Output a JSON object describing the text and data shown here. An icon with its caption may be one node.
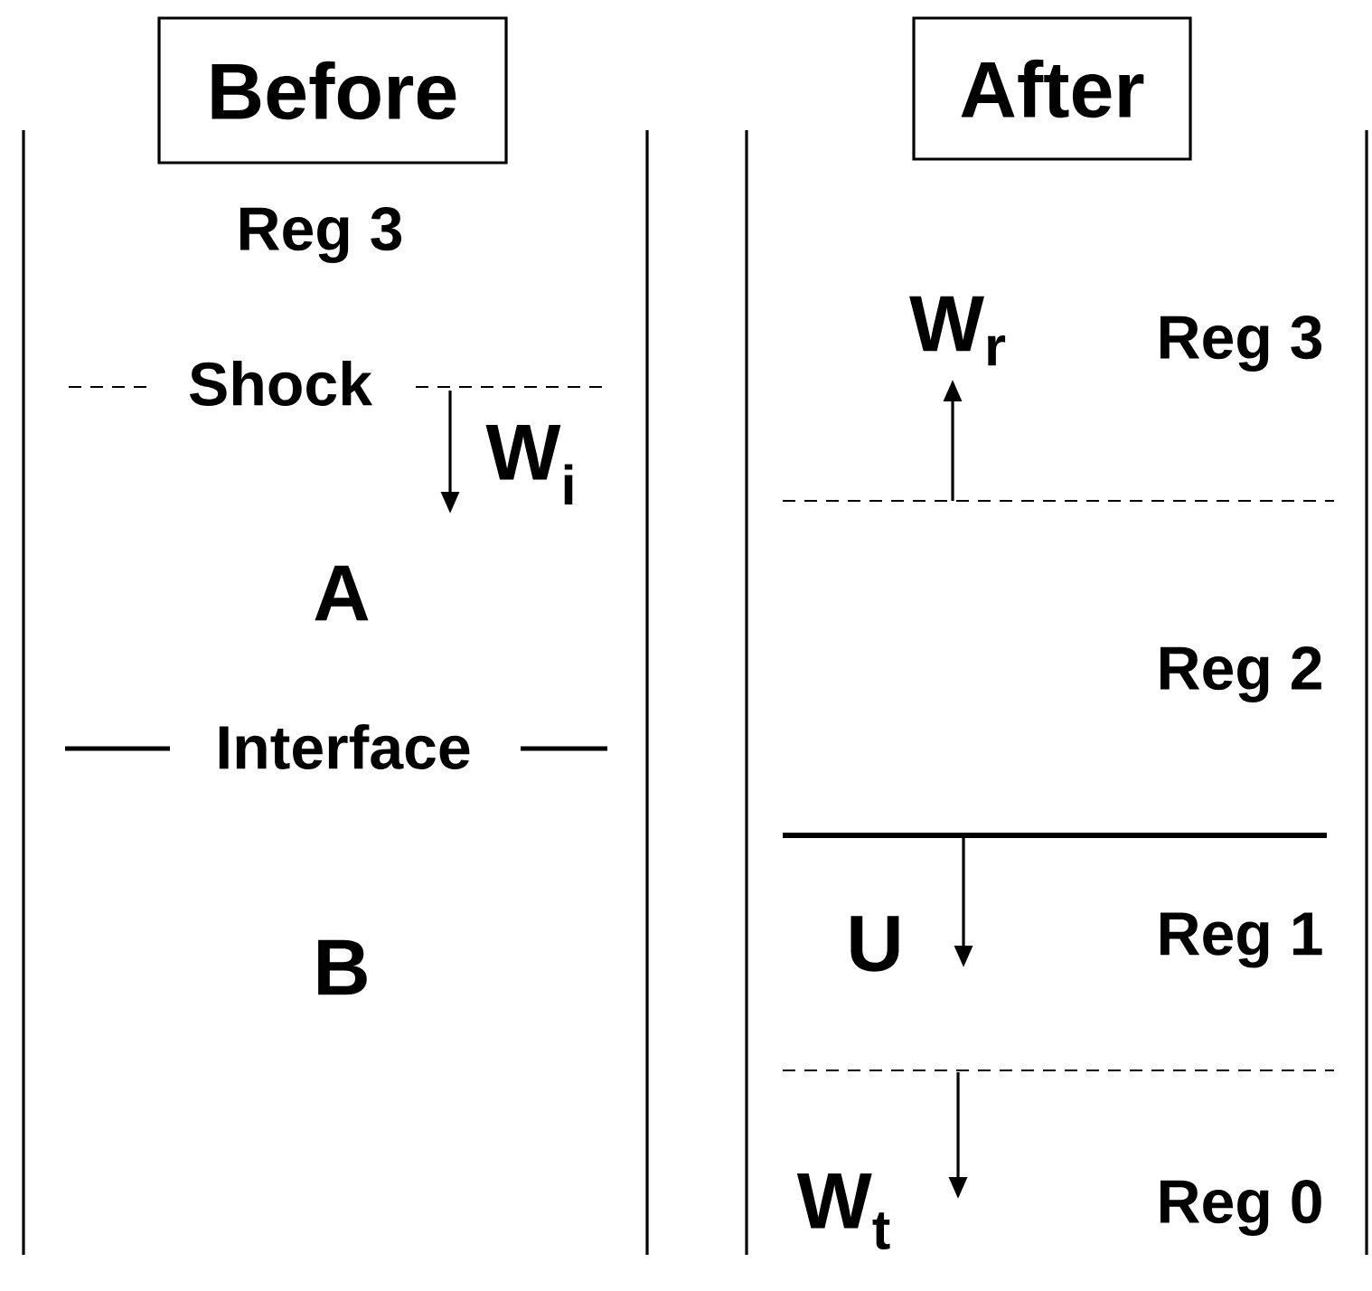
{
  "diagram": {
    "nodes": [
      {
        "text": [
          "Before"
        ]
      },
      {
        "text": [
          "After"
        ]
      }
    ],
    "labels": [
      "Reg 3",
      "Shock",
      "W$_{i}$",
      "A",
      "Interface",
      "B",
      "W$_{r}$",
      "Reg 3",
      "Reg 2",
      "U",
      "Reg 1",
      "W$_{t}$",
      "Reg 0"
    ]
  }
}
